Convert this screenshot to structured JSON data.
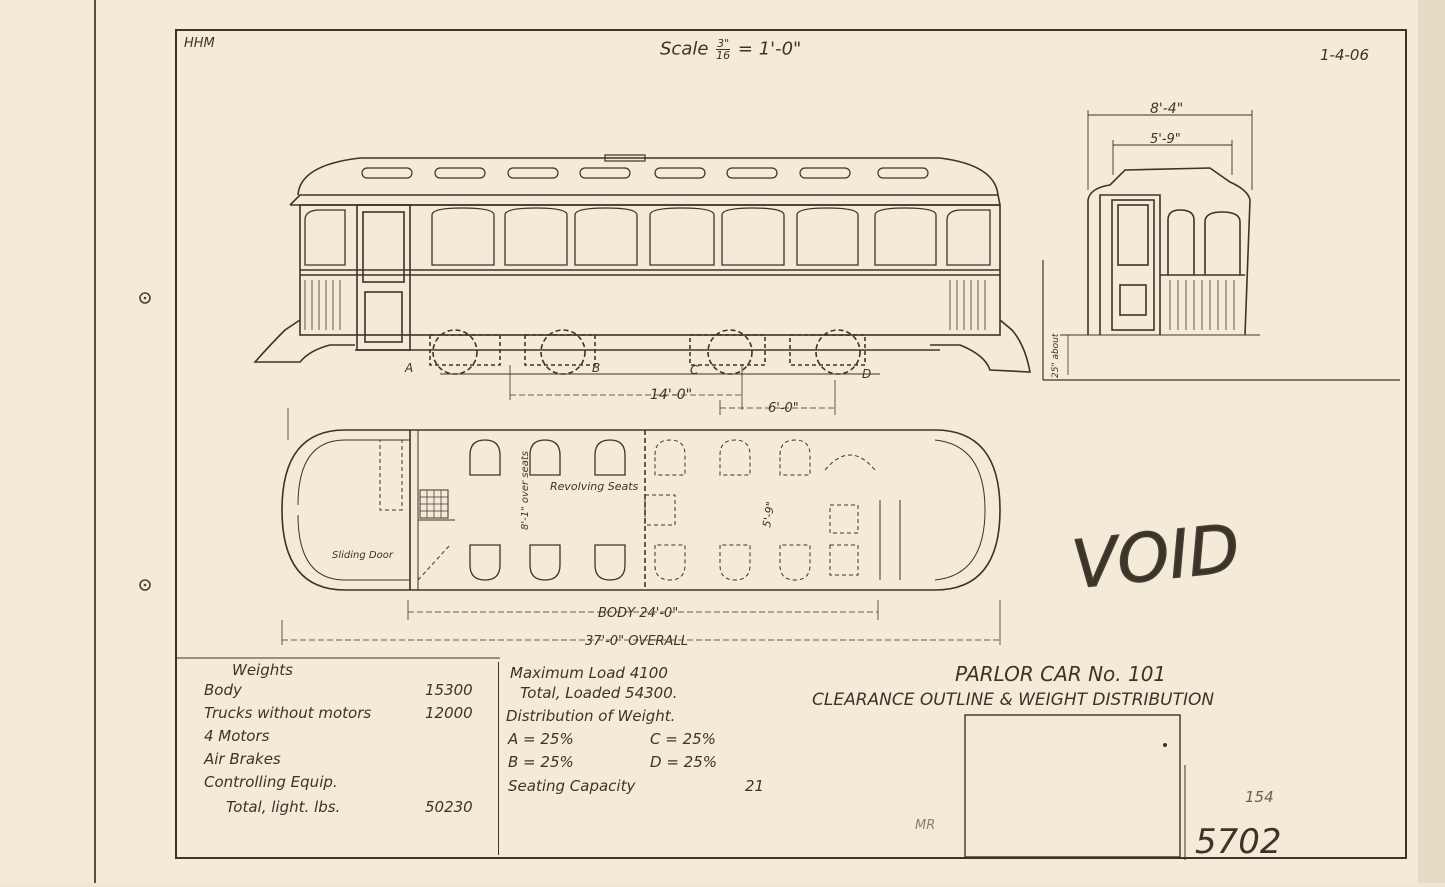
{
  "header": {
    "initials": "HHM",
    "scale": "Scale",
    "scale_num": "3\"",
    "scale_den": "16",
    "scale_rest": "= 1'-0\"",
    "date": "1-4-06"
  },
  "side_view": {
    "truck_labels": [
      "A",
      "B",
      "C",
      "D"
    ],
    "dim_truck_centers": "14'-0\"",
    "dim_wheelbase": "6'-0\""
  },
  "end_view": {
    "dim_width": "8'-4\"",
    "dim_inner": "5'-9\"",
    "dim_height": "25\" about"
  },
  "plan_view": {
    "revolving_seats": "Revolving Seats",
    "sliding_door": "Sliding Door",
    "over_seats": "8'-1\" over seats",
    "aisle": "5'-9\"",
    "body_length": "BODY 24'-0\"",
    "overall_length": "37'-0\" OVERALL"
  },
  "weights": {
    "heading": "Weights",
    "rows": [
      {
        "label": "Body",
        "value": "15300"
      },
      {
        "label": "Trucks without motors",
        "value": "12000"
      },
      {
        "label": "4 Motors",
        "value": ""
      },
      {
        "label": "Air Brakes",
        "value": ""
      },
      {
        "label": "Controlling Equip.",
        "value": ""
      },
      {
        "label": "Total, light. lbs.",
        "value": "50230"
      }
    ]
  },
  "load": {
    "max_load": "Maximum Load 4100",
    "total_loaded": "Total, Loaded 54300.",
    "distribution": "Distribution of Weight.",
    "a": "A = 25%",
    "c": "C = 25%",
    "b": "B = 25%",
    "d": "D = 25%",
    "seating_label": "Seating Capacity",
    "seating_value": "21"
  },
  "title": {
    "line1": "PARLOR CAR No. 101",
    "line2": "CLEARANCE OUTLINE & WEIGHT DISTRIBUTION"
  },
  "stamps": {
    "void": "VOID",
    "mr": "MR",
    "num_154": "154",
    "drawing_number": "5702"
  },
  "colors": {
    "paper": "#f3ead7",
    "ink": "#3c3428"
  }
}
